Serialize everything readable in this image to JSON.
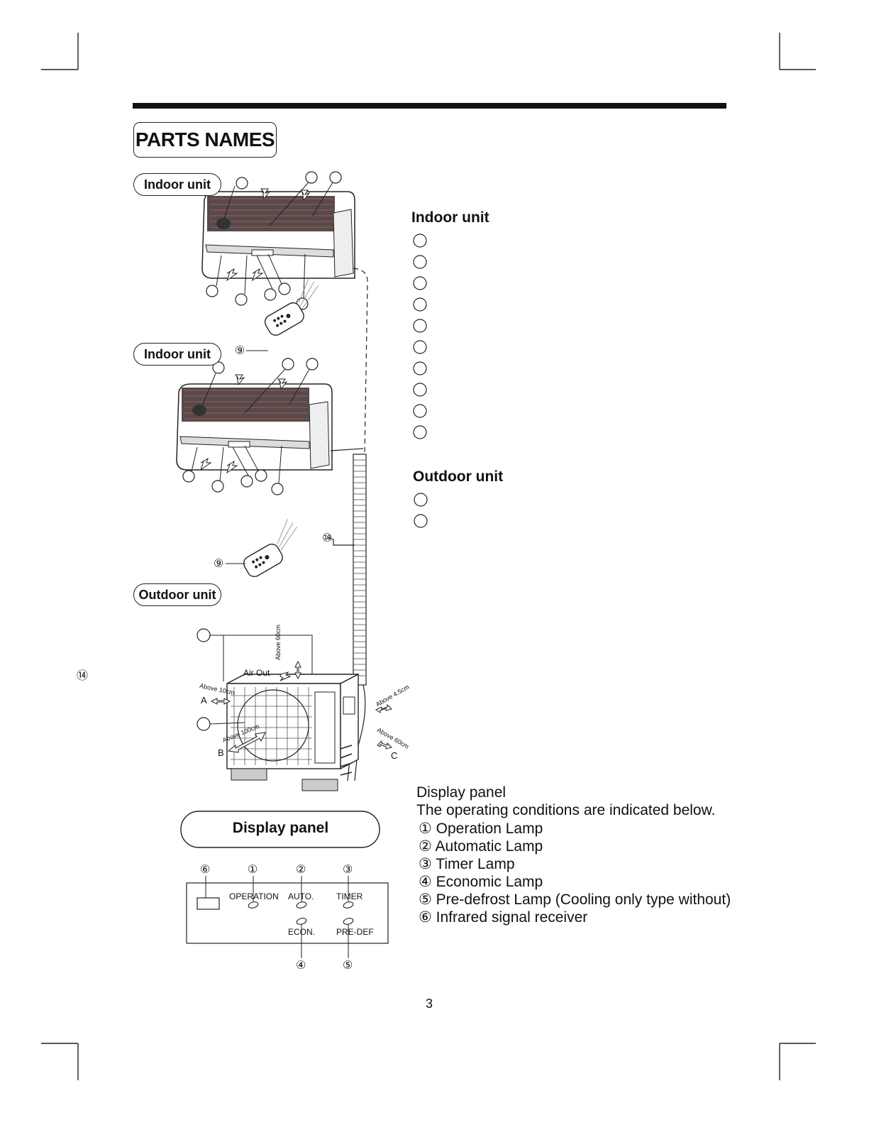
{
  "page": {
    "title": "PARTS NAMES",
    "page_number": "3"
  },
  "diagram": {
    "indoor_label_1": "Indoor unit",
    "indoor_label_2": "Indoor unit",
    "outdoor_label": "Outdoor unit",
    "remote_number": "⑨",
    "pipe_number": "⑩",
    "side_number": "⑭",
    "outdoor": {
      "air_out": "Air Out",
      "above_60_top": "Above 60cm",
      "above_10": "Above 10cm",
      "above_100": "Above 100cm",
      "above_4_5": "Above 4.5cm",
      "above_60_right": "Above 60cm",
      "letter_a": "A",
      "letter_b": "B",
      "letter_c": "C"
    }
  },
  "right_column": {
    "indoor_heading": "Indoor unit",
    "outdoor_heading": "Outdoor unit"
  },
  "display_panel": {
    "heading": "Display panel",
    "top_numbers": [
      "⑥",
      "①",
      "②",
      "③"
    ],
    "bottom_numbers": [
      "④",
      "⑤"
    ],
    "lamp_labels": {
      "operation": "OPERATION",
      "auto": "AUTO.",
      "timer": "TIMER",
      "econ": "ECON.",
      "predef": "PRE-DEF"
    },
    "desc_title": "Display panel",
    "desc_intro": "The operating conditions are indicated below.",
    "items": [
      "①  Operation Lamp",
      "②  Automatic Lamp",
      "③  Timer Lamp",
      "④  Economic Lamp",
      "⑤  Pre-defrost Lamp (Cooling only type without)",
      "⑥  Infrared signal receiver"
    ]
  }
}
